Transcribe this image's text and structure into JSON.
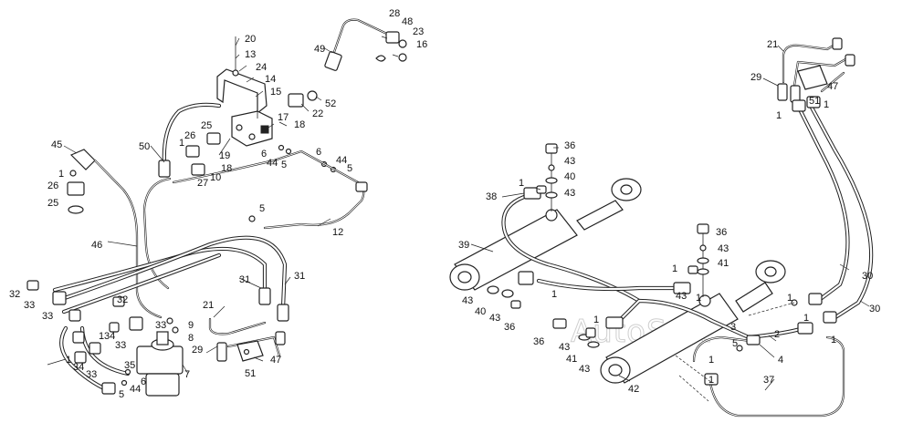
{
  "watermark": "AutoSoft",
  "callouts": {
    "n1": "1",
    "n2": "2",
    "n3": "3",
    "n4": "4",
    "n5": "5",
    "n6": "6",
    "n7": "7",
    "n8": "8",
    "n9": "9",
    "n10": "10",
    "n12": "12",
    "n13": "13",
    "n14": "14",
    "n15": "15",
    "n16": "16",
    "n17": "17",
    "n18": "18",
    "n19": "19",
    "n20": "20",
    "n21": "21",
    "n22": "22",
    "n23": "23",
    "n24": "24",
    "n25": "25",
    "n26": "26",
    "n27": "27",
    "n28": "28",
    "n29": "29",
    "n30": "30",
    "n31": "31",
    "n32": "32",
    "n33": "33",
    "n34": "34",
    "n35": "35",
    "n36": "36",
    "n37": "37",
    "n38": "38",
    "n39": "39",
    "n40": "40",
    "n41": "41",
    "n42": "42",
    "n43": "43",
    "n44": "44",
    "n45": "45",
    "n46": "46",
    "n47": "47",
    "n48": "48",
    "n49": "49",
    "n50": "50",
    "n51": "51",
    "n52": "52"
  }
}
